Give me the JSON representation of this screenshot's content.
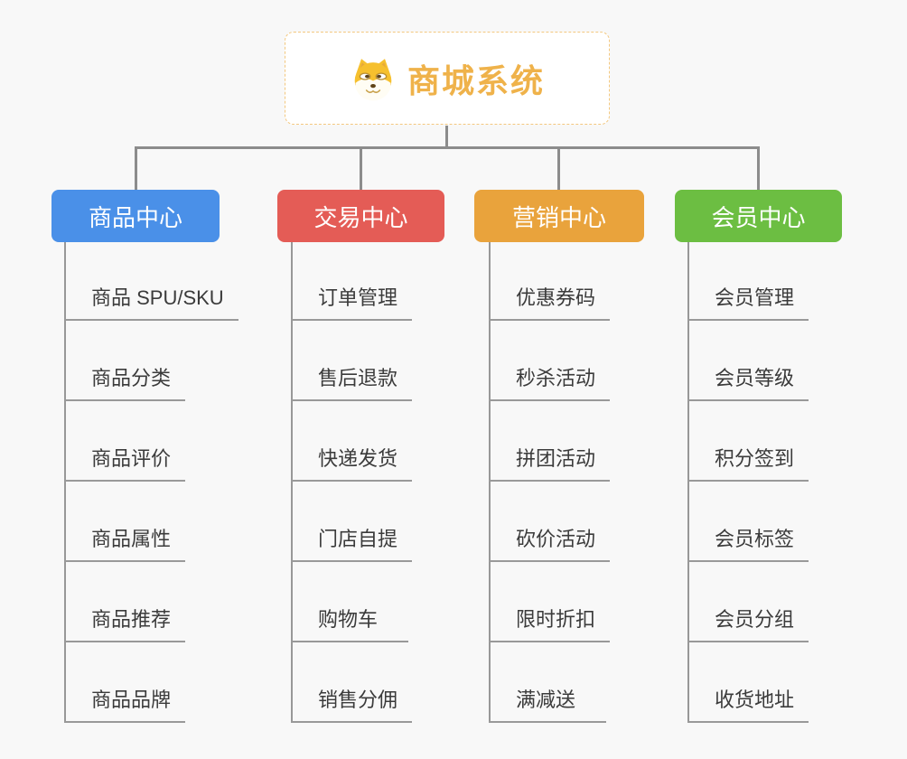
{
  "root": {
    "label": "商城系统",
    "icon": "shiba-dog-icon",
    "text_color": "#efb24a",
    "border_color": "#f3c87f"
  },
  "connector_color": "#8c8c8c",
  "branches": [
    {
      "label": "商品中心",
      "color": "#4a90e8",
      "children": [
        "商品 SPU/SKU",
        "商品分类",
        "商品评价",
        "商品属性",
        "商品推荐",
        "商品品牌"
      ]
    },
    {
      "label": "交易中心",
      "color": "#e45c56",
      "children": [
        "订单管理",
        "售后退款",
        "快递发货",
        "门店自提",
        "购物车",
        "销售分佣"
      ]
    },
    {
      "label": "营销中心",
      "color": "#e9a33c",
      "children": [
        "优惠券码",
        "秒杀活动",
        "拼团活动",
        "砍价活动",
        "限时折扣",
        "满减送"
      ]
    },
    {
      "label": "会员中心",
      "color": "#6cbe42",
      "children": [
        "会员管理",
        "会员等级",
        "积分签到",
        "会员标签",
        "会员分组",
        "收货地址"
      ]
    }
  ]
}
